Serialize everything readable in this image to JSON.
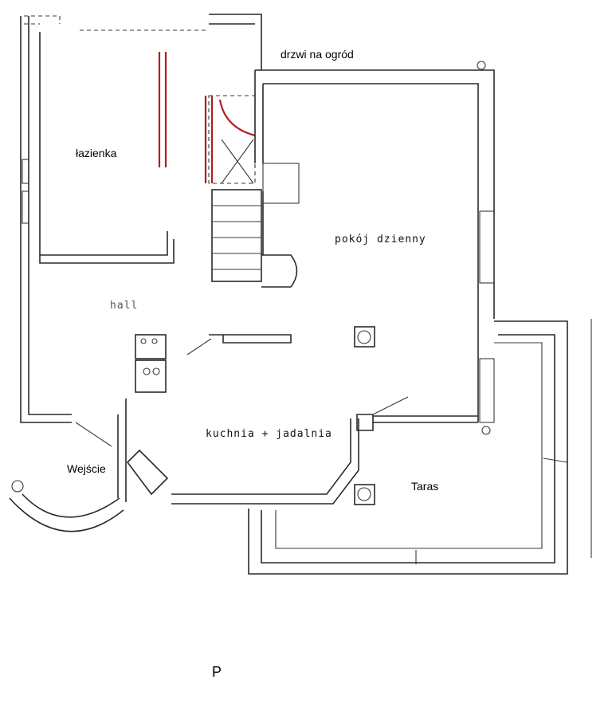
{
  "labels": {
    "garden_door": "drzwi na ogród",
    "bathroom": "łazienka",
    "living_room": "pokój dzienny",
    "hall": "hall",
    "kitchen_dining": "kuchnia + jadalnia",
    "entrance": "Wejście",
    "terrace": "Taras",
    "north_marker": "P"
  },
  "colors": {
    "wall": "#2a2a2a",
    "highlight": "#b01e1e"
  }
}
